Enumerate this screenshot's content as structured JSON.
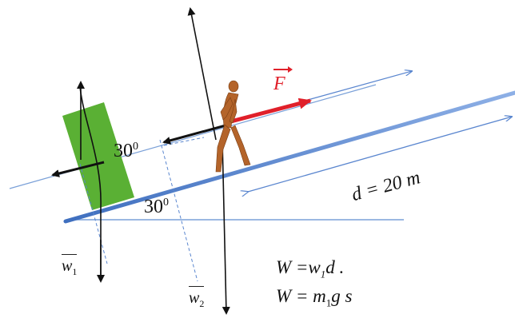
{
  "labels": {
    "angle_top": "30",
    "angle_top_sup": "0",
    "angle_bottom": "30",
    "angle_bottom_sup": "0",
    "distance": "d = 20 m",
    "force": "F",
    "w1_main": "w",
    "w1_sub": "1",
    "w2_main": "w",
    "w2_sub": "2"
  },
  "equations": [
    "W  =w",
    "W  = m",
    "d .",
    "g s"
  ],
  "colors": {
    "incline": "#4f7fc8",
    "horizon": "#7aa0d8",
    "box": "#5ab034",
    "force": "#e0202a",
    "vector": "#111111",
    "figure": "#b4642a"
  }
}
